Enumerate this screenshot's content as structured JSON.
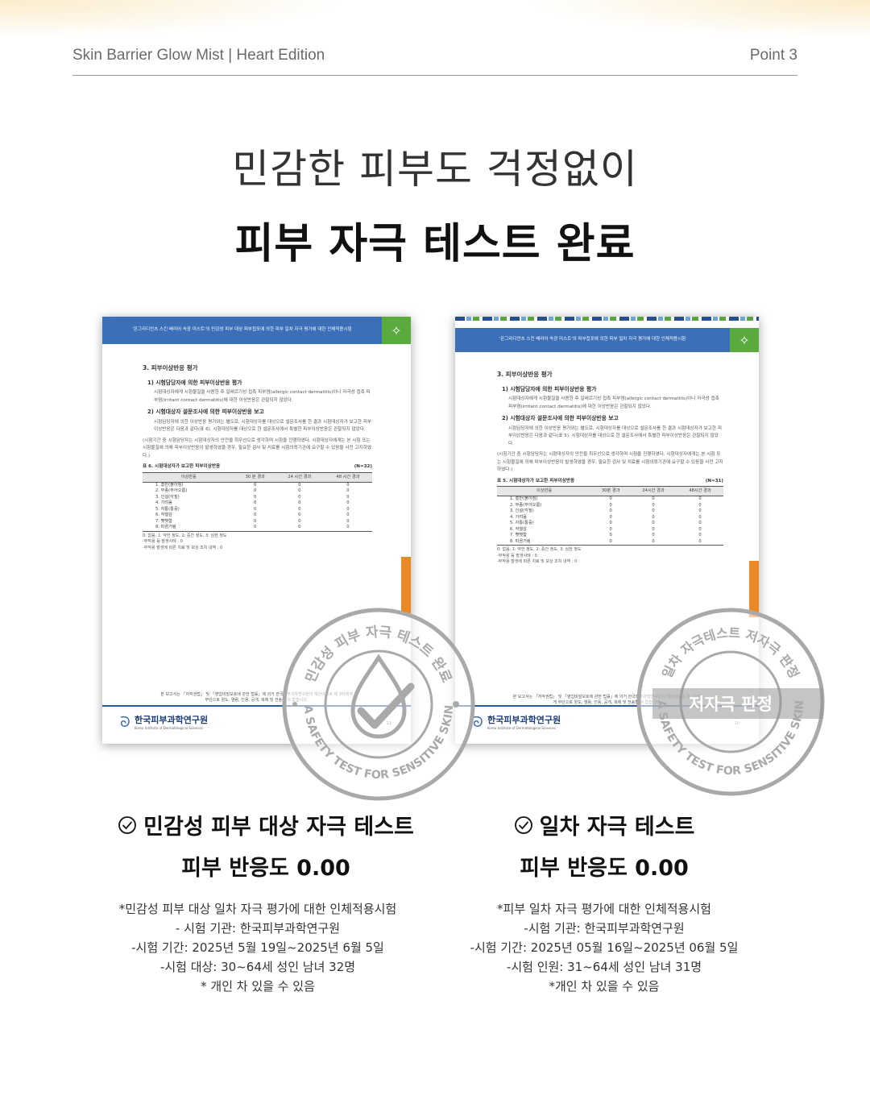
{
  "header": {
    "product": "Skin Barrier Glow Mist | Heart Edition",
    "point": "Point 3"
  },
  "headline": {
    "line1": "민감한 피부도 걱정없이",
    "line2": "피부 자극 테스트 완료"
  },
  "reports": [
    {
      "title": "'온그리디언츠 스킨 배리어 속광 미스트'의 민감성 피부 대상 피부첩포에 의한 피부 일차 자극 평가에 대한 인체적용시험",
      "section": "3. 피부이상반응 평가",
      "sub1": "1) 시험담당자에 의한 피부이상반응 평가",
      "para1": "시험대상자에게 시험물질을 사용한 후 알레르기성 접촉 피부염(allergic contact dermatitis)이나 자극성 접촉 피부염(irritant contact dermatitis)에 대한 이상반응은 관찰되지 않았다.",
      "sub2": "2) 시험대상자 설문조사에 의한 피부이상반응 보고",
      "para2": "시험담당자에 의한 이상반응 평가와는 별도로, 시험대상자를 대상으로 설문조사를 한 결과 시험대상자가 보고한 피부이상반응은 다음과 같다(표 6). 시험대상자를 대상으로 한 설문조사에서 특별한 피부이상반응은 관찰되지 않았다.",
      "para3": "(시험기간 중 시험담당자는 시험대상자의 안전을 최우선으로 생각하며 시험을 진행하였다. 시험대상자에게는 본 시험 또는 시험물질에 의해 피부이상반응이 발생하였을 경우, 필요한 검사 및 치료를 시험의뢰기관에 요구할 수 있음을 사전 고지하였다.)",
      "table_title": "표 6. 시험대상자가 보고한 피부이상반응",
      "table_n": "(N=32)",
      "columns": [
        "이상반응",
        "30 분 경과",
        "24 시간 경과",
        "48 시간 경과"
      ],
      "rows": [
        [
          "1. 홍반(붉어짐)",
          "0",
          "0",
          "0"
        ],
        [
          "2. 부종(부어오름)",
          "0",
          "0",
          "0"
        ],
        [
          "3. 인설(각질)",
          "0",
          "0",
          "0"
        ],
        [
          "4. 가려움",
          "0",
          "0",
          "0"
        ],
        [
          "5. 자통(통증)",
          "0",
          "0",
          "0"
        ],
        [
          "6. 작열감",
          "0",
          "0",
          "0"
        ],
        [
          "7. 뻣뻣함",
          "0",
          "0",
          "0"
        ],
        [
          "8. 따끔거림",
          "0",
          "0",
          "0"
        ]
      ],
      "note": "0: 없음, 1: 약한 정도, 2: 중간 정도, 3: 심한 정도\n-부작용 등 발생사례 : 0\n-부작용 발생에 따른 치료 및 보상 조치 내역 : 0",
      "footer": "본 보고서는 「저작권법」 및 「영업비밀보호에 관한 법률」에 의거 한국피부과학연구원의 재산이므로 제 3자에게 무단으로 양도, 열람, 인용, 공개, 복제 및 전송할 수 없습니다.",
      "org": "한국피부과학연구원",
      "org_en": "Korea Institute of Dermatological Sciences",
      "page": "11"
    },
    {
      "title": "'온그리디언츠 스킨 배리어 속광 미스트'의 피부첩포에 의한 피부 일차 자극 평가에 대한 인체적용시험",
      "section": "3. 피부이상반응 평가",
      "sub1": "1) 시험담당자에 의한 피부이상반응 평가",
      "para1": "시험대상자에게 시험물질을 사용한 후 알레르기성 접촉 피부염(allergic contact dermatitis)이나 자극성 접촉 피부염(irritant contact dermatitis)에 대한 이상반응은 관찰되지 않았다.",
      "sub2": "2) 시험대상자 설문조사에 의한 피부이상반응 보고",
      "para2": "시험담당자에 의한 이상반응 평가와는 별도로, 시험대상자를 대상으로 설문조사를 한 결과 시험대상자가 보고한 피부이상반응은 다음과 같다(표 5). 시험대상자를 대상으로 한 설문조사에서 특별한 피부이상반응은 관찰되지 않았다.",
      "para3": "(시험기간 중 시험담당자는 시험대상자의 안전을 최우선으로 생각하며 시험을 진행하였다. 시험대상자에게는 본 시험 또는 시험물질에 의해 피부이상반응이 발생하였을 경우, 필요한 검사 및 치료를 시험의뢰기관에 요구할 수 있음을 사전 고지하였다.)",
      "table_title": "표 5. 시험대상자가 보고한 피부이상반응",
      "table_n": "(N=31)",
      "columns": [
        "이상반응",
        "30분 경과",
        "24시간 경과",
        "48시간 경과"
      ],
      "rows": [
        [
          "1. 홍반(붉어짐)",
          "0",
          "0",
          "0"
        ],
        [
          "2. 부종(부어오름)",
          "0",
          "0",
          "0"
        ],
        [
          "3. 인설(각질)",
          "0",
          "0",
          "0"
        ],
        [
          "4. 가려움",
          "0",
          "0",
          "0"
        ],
        [
          "5. 자통(통증)",
          "0",
          "0",
          "0"
        ],
        [
          "6. 작열감",
          "0",
          "0",
          "0"
        ],
        [
          "7. 뻣뻣함",
          "0",
          "0",
          "0"
        ],
        [
          "8. 따끔거림",
          "0",
          "0",
          "0"
        ]
      ],
      "note": "0: 없음, 1: 약한 정도, 2: 중간 정도, 3: 심한 정도\n-부작용 등 발생사례 : 0\n-부작용 발생에 따른 치료 및 보상 조치 내역 : 0",
      "footer": "본 보고서는 「저작권법」 및 「영업비밀보호에 관한 법률」에 의거 한국피부과학연구원의 재산이므로 제 3자에게 무단으로 양도, 열람, 인용, 공개, 복제 및 전송할 수 없습니다.",
      "org": "한국피부과학연구원",
      "org_en": "Korea Institute of Dermatological Sciences",
      "page": "10"
    }
  ],
  "seals": [
    {
      "top": "민감성 피부 자극 테스트 완료",
      "bottom": "A SAFETY TEST FOR SENSITIVE SKIN"
    },
    {
      "top": "일차 자극테스트 저자극 판정",
      "center": "저자극 판정",
      "bottom": "A SAFETY TEST FOR SENSITIVE SKIN"
    }
  ],
  "captions": [
    {
      "title": "민감성 피부 대상 자극 테스트",
      "result": "피부 반응도 0.00",
      "lines": [
        "*민감성 피부 대상 일차 자극 평가에 대한 인체적용시험",
        "- 시험 기관: 한국피부과학연구원",
        "-시험 기간: 2025년 5월 19일~2025년 6월 5일",
        "-시험 대상: 30~64세 성인 남녀 32명",
        "* 개인 차 있을 수 있음"
      ]
    },
    {
      "title": "일차 자극 테스트",
      "result": "피부 반응도 0.00",
      "lines": [
        "*피부 일차 자극 평가에 대한 인체적용시험",
        "-시험 기관: 한국피부과학연구원",
        "-시험 기간: 2025년 05월 16일~2025년 06월 5일",
        "-시험 인원: 31~64세 성인 남녀 31명",
        "*개인 차 있을 수 있음"
      ]
    }
  ],
  "colors": {
    "report_blue": "#3b6fb8",
    "report_green": "#5aaa3e",
    "report_orange": "#e98a26",
    "seal_gray": "#a9a9a9"
  }
}
